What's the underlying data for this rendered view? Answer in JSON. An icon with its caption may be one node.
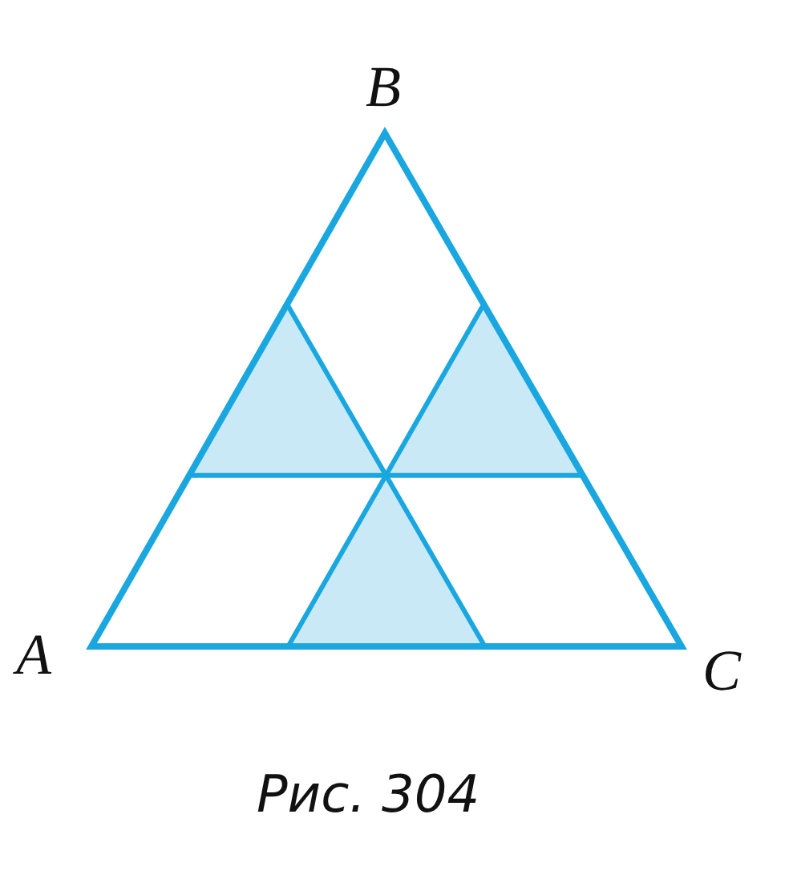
{
  "diagram": {
    "labels": [
      "B",
      "A",
      "C"
    ],
    "caption": "Рис. 304"
  }
}
